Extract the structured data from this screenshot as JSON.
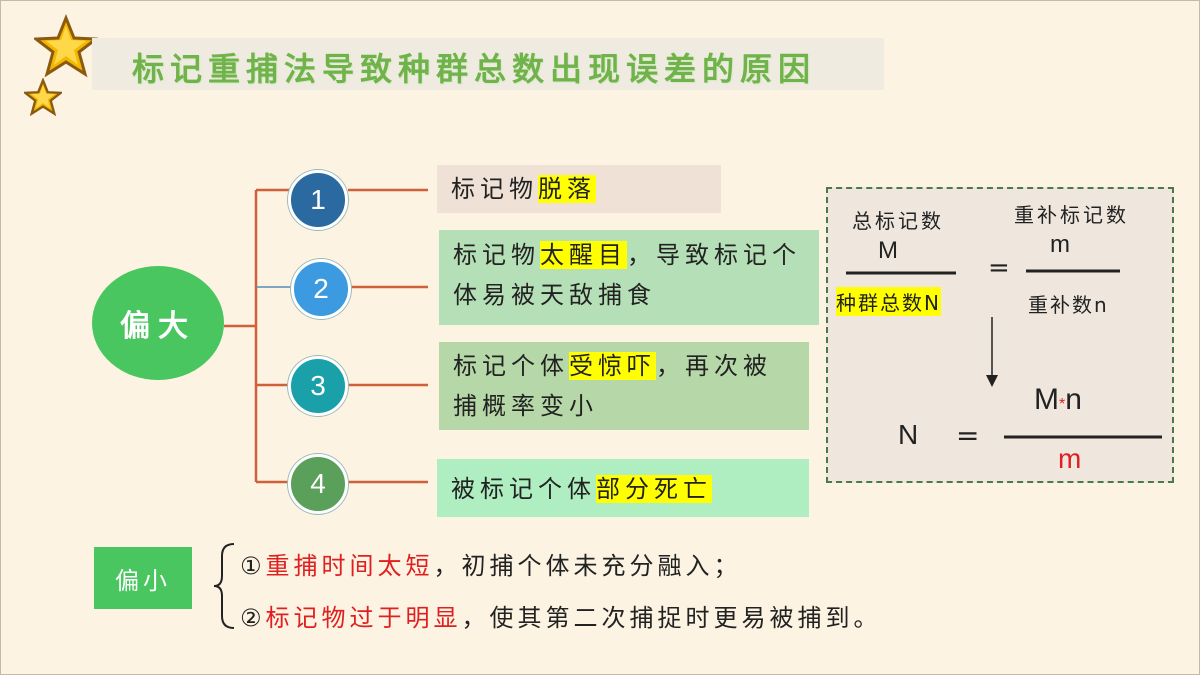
{
  "title": "标记重捕法导致种群总数出现误差的原因",
  "big_label": "偏大",
  "small_label": "偏小",
  "reasons": [
    {
      "num": "1",
      "pre": "标记物",
      "hl": "脱落",
      "post": ""
    },
    {
      "num": "2",
      "pre": "标记物",
      "hl": "太醒目",
      "post": "，导致标记个体易被天敌捕食"
    },
    {
      "num": "3",
      "pre": "标记个体",
      "hl": "受惊吓",
      "post": "，再次被捕概率变小"
    },
    {
      "num": "4",
      "pre": "被标记个体",
      "hl": "部分死亡",
      "post": ""
    }
  ],
  "formula": {
    "label_total_marked": "总标记数",
    "label_recaptured_marked": "重补标记数",
    "M": "M",
    "m": "m",
    "eq": "=",
    "population_label": "种群总数N",
    "recaptured_total": "重补数n",
    "N": "N",
    "numerator_M": "M",
    "times": "*",
    "numerator_n": "n",
    "denominator_m": "m"
  },
  "small_notes": [
    {
      "circle": "①",
      "red": "重捕时间太短",
      "rest": "，初捕个体未充分融入；"
    },
    {
      "circle": "②",
      "red": "标记物过于明显",
      "rest": "，使其第二次捕捉时更易被捕到。"
    }
  ],
  "colors": {
    "title": "#6fb34a",
    "green_circle": "#49c65f",
    "node1": "#2a6aa0",
    "node2": "#3b9ae0",
    "node3": "#1aa0a8",
    "node4": "#5aa05a",
    "box1": "#efe1d6",
    "box2": "#b5dfb6",
    "box3": "#b6d8a8",
    "box4": "#aeeec0",
    "connector": "#d0603a"
  }
}
